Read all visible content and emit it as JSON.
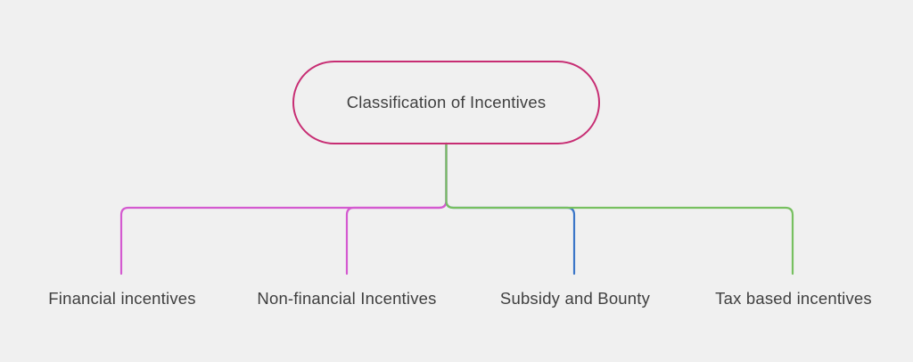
{
  "root": {
    "label": "Classification of Incentives"
  },
  "branches": [
    {
      "label": "Financial incentives",
      "color": "#d45ad0"
    },
    {
      "label": "Non-financial Incentives",
      "color": "#d45ad0"
    },
    {
      "label": "Subsidy and Bounty",
      "color": "#3b76c8"
    },
    {
      "label": "Tax based incentives",
      "color": "#77c060"
    }
  ],
  "colors": {
    "background": "#f0f0f0",
    "text": "#3f3f3f",
    "root_border": "#c72d73"
  }
}
